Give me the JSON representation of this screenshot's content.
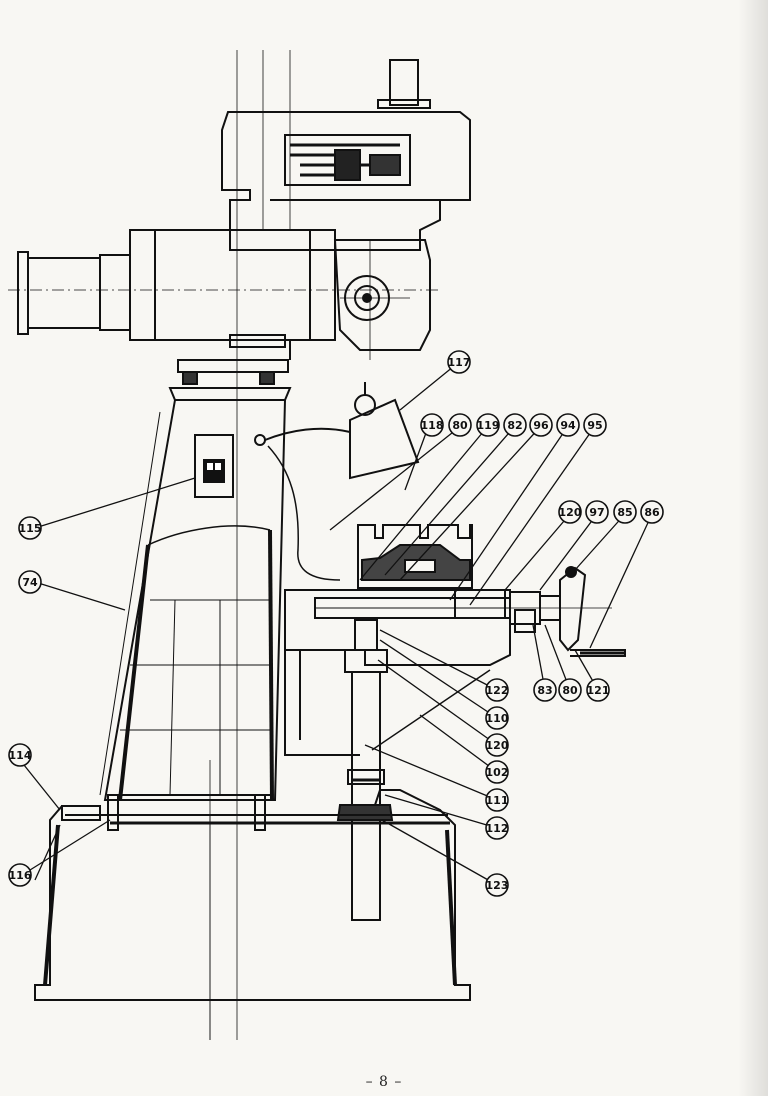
{
  "page_number": "– 8 –",
  "callouts": [
    {
      "id": "c117",
      "label": "117"
    },
    {
      "id": "c118",
      "label": "118"
    },
    {
      "id": "c80a",
      "label": "80"
    },
    {
      "id": "c119",
      "label": "119"
    },
    {
      "id": "c82",
      "label": "82"
    },
    {
      "id": "c96",
      "label": "96"
    },
    {
      "id": "c94",
      "label": "94"
    },
    {
      "id": "c95",
      "label": "95"
    },
    {
      "id": "c120a",
      "label": "120"
    },
    {
      "id": "c97",
      "label": "97"
    },
    {
      "id": "c85",
      "label": "85"
    },
    {
      "id": "c86",
      "label": "86"
    },
    {
      "id": "c115",
      "label": "115"
    },
    {
      "id": "c74",
      "label": "74"
    },
    {
      "id": "c122",
      "label": "122"
    },
    {
      "id": "c83",
      "label": "83"
    },
    {
      "id": "c80b",
      "label": "80"
    },
    {
      "id": "c121",
      "label": "121"
    },
    {
      "id": "c110",
      "label": "110"
    },
    {
      "id": "c120b",
      "label": "120"
    },
    {
      "id": "c102",
      "label": "102"
    },
    {
      "id": "c111",
      "label": "111"
    },
    {
      "id": "c112",
      "label": "112"
    },
    {
      "id": "c114",
      "label": "114"
    },
    {
      "id": "c116",
      "label": "116"
    },
    {
      "id": "c123",
      "label": "123"
    }
  ]
}
